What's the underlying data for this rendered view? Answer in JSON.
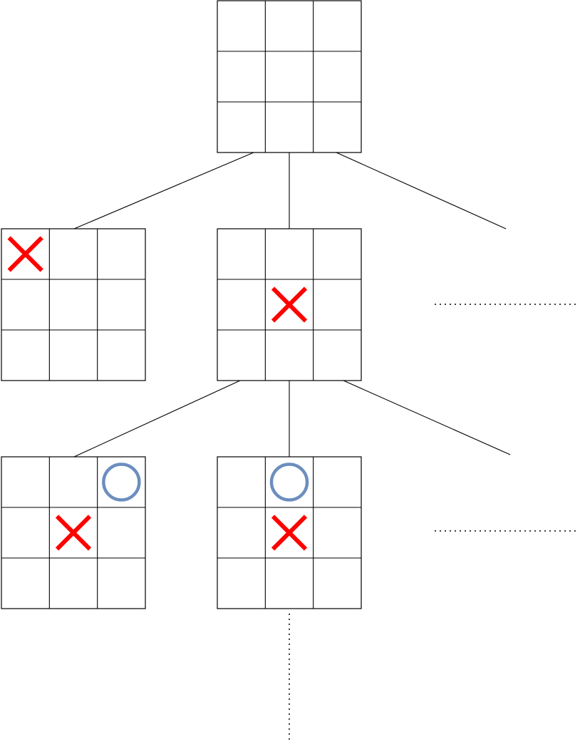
{
  "colors": {
    "x_mark": "#ff0000",
    "o_mark": "#6c8ebf",
    "lines": "#000000",
    "background": "#ffffff"
  },
  "boards": [
    {
      "id": "root",
      "level": 0,
      "cells": [
        "",
        "",
        "",
        "",
        "",
        "",
        "",
        "",
        ""
      ]
    },
    {
      "id": "child-corner",
      "level": 1,
      "cells": [
        "X",
        "",
        "",
        "",
        "",
        "",
        "",
        "",
        ""
      ]
    },
    {
      "id": "child-center",
      "level": 1,
      "cells": [
        "",
        "",
        "",
        "",
        "X",
        "",
        "",
        "",
        ""
      ]
    },
    {
      "id": "grandchild-corner-o",
      "level": 2,
      "cells": [
        "",
        "",
        "O",
        "",
        "X",
        "",
        "",
        "",
        ""
      ]
    },
    {
      "id": "grandchild-edge-o",
      "level": 2,
      "cells": [
        "",
        "O",
        "",
        "",
        "X",
        "",
        "",
        "",
        ""
      ]
    }
  ],
  "edges": [
    {
      "from": "root",
      "to": "child-corner"
    },
    {
      "from": "root",
      "to": "child-center"
    },
    {
      "from": "root",
      "to": "more-children"
    },
    {
      "from": "child-center",
      "to": "grandchild-corner-o"
    },
    {
      "from": "child-center",
      "to": "grandchild-edge-o"
    },
    {
      "from": "child-center",
      "to": "more-grandchildren"
    },
    {
      "from": "grandchild-edge-o",
      "to": "deeper-levels"
    }
  ],
  "continuation_markers": [
    "more-children",
    "more-grandchildren",
    "deeper-levels"
  ]
}
